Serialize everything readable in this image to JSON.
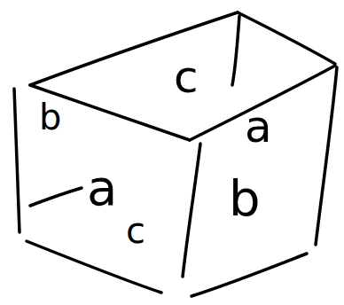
{
  "diagram": {
    "labels": [
      "c",
      "b",
      "a",
      "a",
      "b",
      "c"
    ]
  }
}
